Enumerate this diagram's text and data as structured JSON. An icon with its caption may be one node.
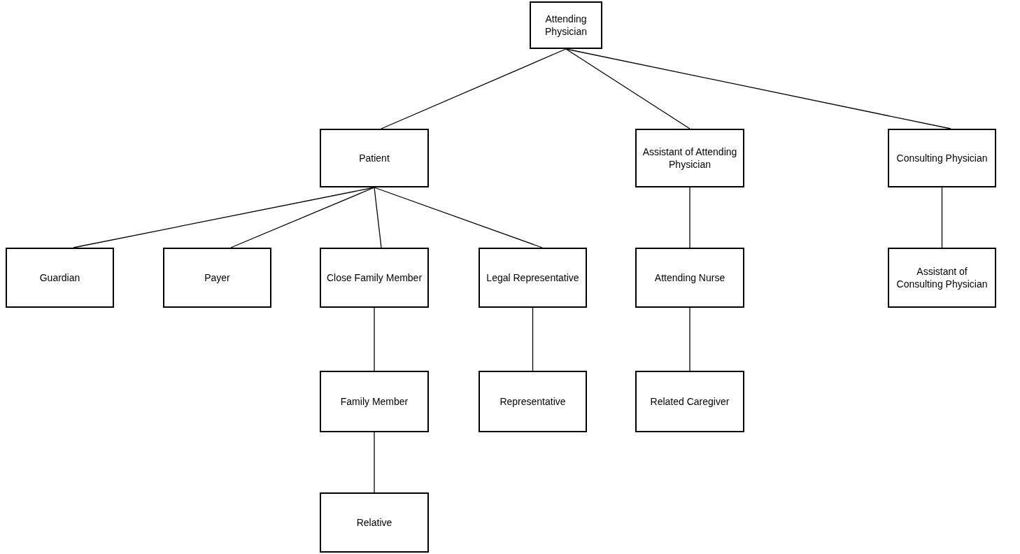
{
  "diagram": {
    "nodes": [
      {
        "text": [
          "Attending Physician"
        ]
      },
      {
        "text": [
          "Patient"
        ]
      },
      {
        "text": [
          "Assistant of Attending Physician"
        ]
      },
      {
        "text": [
          "Consulting Physician"
        ]
      },
      {
        "text": [
          "Guardian"
        ]
      },
      {
        "text": [
          "Payer"
        ]
      },
      {
        "text": [
          "Close Family Member"
        ]
      },
      {
        "text": [
          "Legal Representative"
        ]
      },
      {
        "text": [
          "Attending Nurse"
        ]
      },
      {
        "text": [
          "Assistant of Consulting Physician"
        ]
      },
      {
        "text": [
          "Family Member"
        ]
      },
      {
        "text": [
          "Representative"
        ]
      },
      {
        "text": [
          "Related Caregiver"
        ]
      },
      {
        "text": [
          "Relative"
        ]
      }
    ],
    "edges": [
      {
        "from": 0,
        "to": 1,
        "arrow": "none"
      },
      {
        "from": 0,
        "to": 2,
        "arrow": "none"
      },
      {
        "from": 0,
        "to": 3,
        "arrow": "none"
      },
      {
        "from": 1,
        "to": 4,
        "arrow": "none"
      },
      {
        "from": 1,
        "to": 5,
        "arrow": "none"
      },
      {
        "from": 1,
        "to": 6,
        "arrow": "none"
      },
      {
        "from": 1,
        "to": 7,
        "arrow": "none"
      },
      {
        "from": 2,
        "to": 8,
        "arrow": "none"
      },
      {
        "from": 3,
        "to": 9,
        "arrow": "none"
      },
      {
        "from": 6,
        "to": 10,
        "arrow": "none"
      },
      {
        "from": 7,
        "to": 11,
        "arrow": "none"
      },
      {
        "from": 8,
        "to": 12,
        "arrow": "none"
      },
      {
        "from": 10,
        "to": 13,
        "arrow": "none"
      }
    ]
  }
}
